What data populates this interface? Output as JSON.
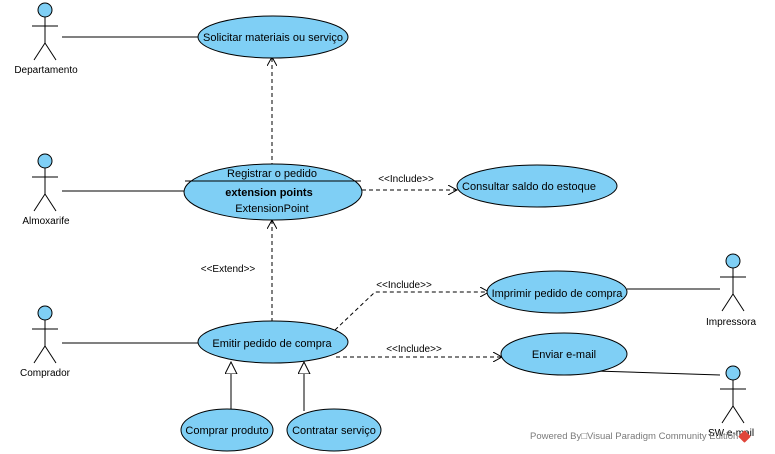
{
  "actors": {
    "departamento": "Departamento",
    "almoxarife": "Almoxarife",
    "comprador": "Comprador",
    "impressora": "Impressora",
    "sw_email": "SW e-mail"
  },
  "use_cases": {
    "solicitar": "Solicitar materiais ou serviço",
    "registrar": "Registrar o pedido",
    "registrar_ext_title": "extension points",
    "registrar_ext_point": "ExtensionPoint",
    "consultar": "Consultar saldo do estoque",
    "imprimir": "Imprimir pedido de compra",
    "emitir": "Emitir pedido de compra",
    "enviar": "Enviar e-mail",
    "comprar": "Comprar produto",
    "contratar": "Contratar serviço"
  },
  "stereotypes": {
    "include_consultar": "<<Include>>",
    "extend": "<<Extend>>",
    "include_imprimir": "<<Include>>",
    "include_enviar": "<<Include>>"
  },
  "colors": {
    "usecase_fill": "#7fcff5",
    "actor_head": "#7fcff5",
    "stroke": "#000000"
  },
  "watermark": {
    "text": "Powered By□Visual Paradigm Community Edition"
  }
}
